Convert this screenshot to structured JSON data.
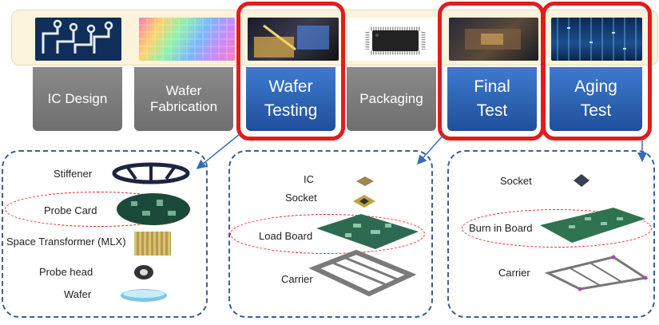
{
  "stages": [
    {
      "label": "IC Design",
      "image": "circuit-traces-image",
      "highlighted": false
    },
    {
      "label": "Wafer\nFabrication",
      "image": "silicon-wafer-image",
      "highlighted": false
    },
    {
      "label": "Wafer\nTesting",
      "image": "probe-station-image",
      "highlighted": true
    },
    {
      "label": "Packaging",
      "image": "qfp-chip-image",
      "highlighted": false
    },
    {
      "label": "Final\nTest",
      "image": "test-handler-image",
      "highlighted": true
    },
    {
      "label": "Aging\nTest",
      "image": "blue-data-image",
      "highlighted": true
    }
  ],
  "panels": {
    "wafer_testing": [
      "Stiffener",
      "Probe Card",
      "Space Transformer (MLX)",
      "Probe head",
      "Wafer"
    ],
    "final_test": [
      "IC",
      "Socket",
      "Load Board",
      "Carrier"
    ],
    "aging_test": [
      "Socket",
      "Burn in Board",
      "Carrier"
    ]
  },
  "emphasized_items": [
    "Probe Card",
    "Load Board",
    "Burn in Board"
  ],
  "colors": {
    "highlight": "#e21c1c",
    "stage_blue": "#2a5fae",
    "stage_gray": "#7b7b7b",
    "banner": "#fbf3dc",
    "panel_border": "#3a5f97"
  }
}
